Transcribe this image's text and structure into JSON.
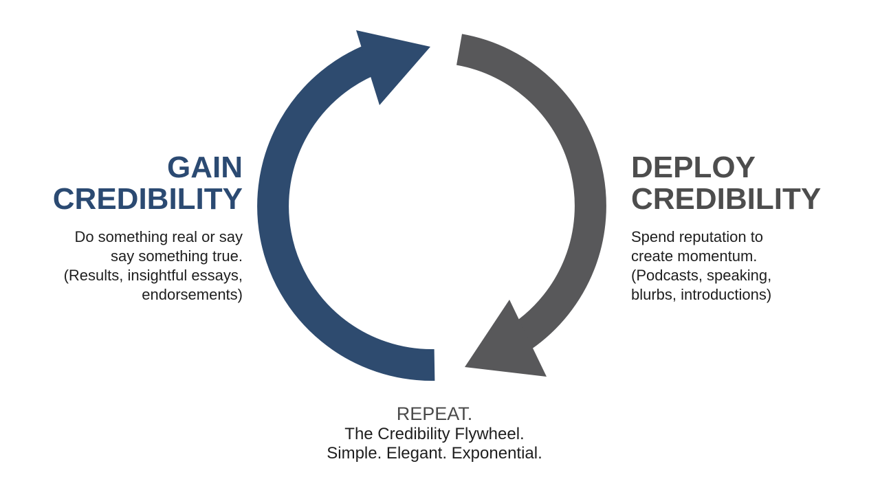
{
  "slide": {
    "background": "#ffffff"
  },
  "colors": {
    "arrow_navy": "#2e4b6f",
    "arrow_gray": "#58585a",
    "heading_navy": "#2b4a72",
    "heading_gray": "#4d4d4d",
    "body_text": "#1e1e1e",
    "repeat_gray": "#4a4a4a",
    "background": "#ffffff"
  },
  "gain_label": {
    "heading_lines": [
      "GAIN",
      "CREDIBILITY"
    ],
    "body_lines": [
      "Do something real or say",
      "say something true.",
      "(Results, insightful essays,",
      "endorsements)"
    ]
  },
  "deploy_label": {
    "heading_lines": [
      "DEPLOY",
      "CREDIBILITY"
    ],
    "body_lines": [
      "Spend reputation to",
      "create momentum.",
      "(Podcasts, speaking,",
      "blurbs, introductions)"
    ]
  },
  "repeat_label": {
    "title": "REPEAT.",
    "lines": [
      "The Credibility Flywheel.",
      "Simple. Elegant. Exponential."
    ]
  }
}
